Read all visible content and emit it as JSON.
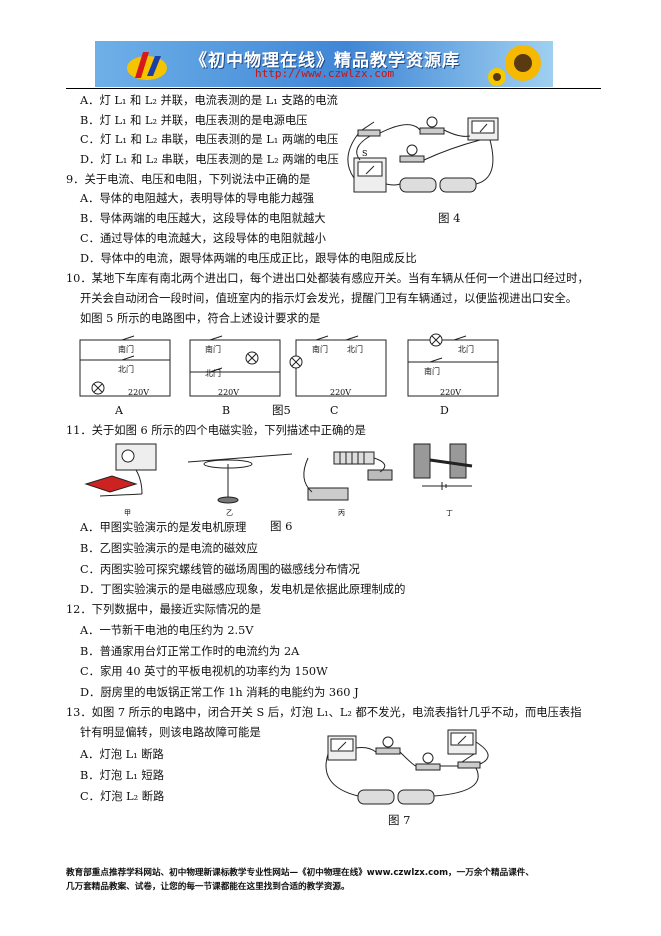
{
  "banner": {
    "title": "《初中物理在线》精品教学资源库",
    "url": "http://www.czwlzx.com"
  },
  "lines": [
    {
      "id": "l1",
      "text": "A．灯 L₁ 和 L₂ 并联，电流表测的是 L₁ 支路的电流"
    },
    {
      "id": "l2",
      "text": "B．灯 L₁ 和 L₂ 并联，电压表测的是电源电压"
    },
    {
      "id": "l3",
      "text": "C．灯 L₁ 和 L₂ 串联，电压表测的是 L₁ 两端的电压"
    },
    {
      "id": "l4",
      "text": "D．灯 L₁ 和 L₂ 串联，电压表测的是 L₂ 两端的电压"
    },
    {
      "id": "l5",
      "text": "9．关于电流、电压和电阻，下列说法中正确的是"
    },
    {
      "id": "l6",
      "text": "A．导体的电阻越大，表明导体的导电能力越强"
    },
    {
      "id": "l7",
      "text": "B．导体两端的电压越大，这段导体的电阻就越大"
    },
    {
      "id": "l8",
      "text": "C．通过导体的电流越大，这段导体的电阻就越小"
    },
    {
      "id": "l9",
      "text": "D．导体中的电流，跟导体两端的电压成正比，跟导体的电阻成反比"
    },
    {
      "id": "l10",
      "text": "10．某地下车库有南北两个进出口，每个进出口处都装有感应开关。当有车辆从任何一个进出口经过时，"
    },
    {
      "id": "l11",
      "text": "开关会自动闭合一段时间，值班室内的指示灯会发光，提醒门卫有车辆通过，以便监视进出口安全。"
    },
    {
      "id": "l12",
      "text": "如图 5 所示的电路图中，符合上述设计要求的是"
    },
    {
      "id": "l13",
      "text": "11．关于如图 6 所示的四个电磁实验，下列描述中正确的是"
    },
    {
      "id": "l14",
      "text": "A．甲图实验演示的是发电机原理"
    },
    {
      "id": "l15",
      "text": "B．乙图实验演示的是电流的磁效应"
    },
    {
      "id": "l16",
      "text": "C．丙图实验可探究螺线管的磁场周围的磁感线分布情况"
    },
    {
      "id": "l17",
      "text": "D．丁图实验演示的是电磁感应现象，发电机是依据此原理制成的"
    },
    {
      "id": "l18",
      "text": "12．下列数据中，最接近实际情况的是"
    },
    {
      "id": "l19",
      "text": "A．一节新干电池的电压约为 2.5V"
    },
    {
      "id": "l20",
      "text": "B．普通家用台灯正常工作时的电流约为 2A"
    },
    {
      "id": "l21",
      "text": "C．家用 40 英寸的平板电视机的功率约为 150W"
    },
    {
      "id": "l22",
      "text": "D．厨房里的电饭锅正常工作 1h 消耗的电能约为 360 J"
    },
    {
      "id": "l23",
      "text": "13．如图 7 所示的电路中，闭合开关 S 后，灯泡 L₁、L₂ 都不发光，电流表指针几乎不动，而电压表指"
    },
    {
      "id": "l24",
      "text": "针有明显偏转，则该电路故障可能是"
    },
    {
      "id": "l25",
      "text": "A．灯泡 L₁ 断路"
    },
    {
      "id": "l26",
      "text": "B．灯泡 L₁ 短路"
    },
    {
      "id": "l27",
      "text": "C．灯泡 L₂ 断路"
    }
  ],
  "figures": {
    "fig4": "图 4",
    "fig5": "图5",
    "fig6": "图 6",
    "fig7": "图 7",
    "circuit_labels": {
      "south": "南门",
      "north": "北门",
      "voltage": "220V"
    },
    "options": [
      "A",
      "B",
      "C",
      "D"
    ],
    "fig6_labels": [
      "甲",
      "乙",
      "丙",
      "丁"
    ]
  },
  "footer": {
    "line1": "教育部重点推荐学科网站、初中物理新课标教学专业性网站—《初中物理在线》www.czwlzx.com，一万余个精品课件、",
    "line2": "几万套精品教案、试卷，让您的每一节课都能在这里找到合适的教学资源。"
  }
}
